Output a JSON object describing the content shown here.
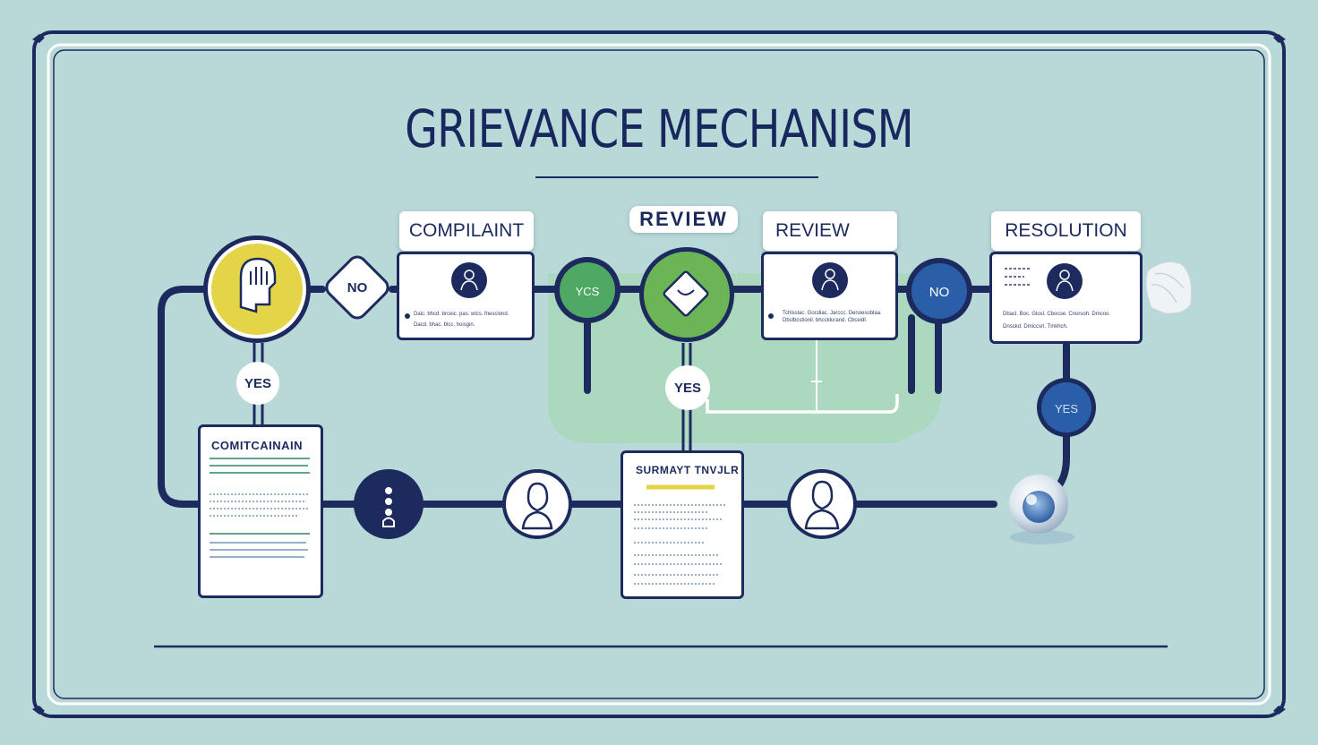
{
  "title": "GRIEVANCE MECHANISM",
  "headers": {
    "complaint": "COMPILAINT",
    "review_pill": "REVIEW",
    "review": "REVIEW",
    "resolution": "RESOLUTION"
  },
  "decisions": {
    "no_left": "NO",
    "yes_left": "YES",
    "yes_green": "YCS",
    "yes_mid": "YES",
    "no_blue": "NO",
    "yes_right": "YES"
  },
  "documents": {
    "complaint_doc_title": "COMITCAINAIN",
    "submit_doc_title": "SURMAYT TNVJLR"
  },
  "card_text": {
    "complaint_line1": "Daic. bhcd. brceic. pas. wlcs. fnesclond.",
    "complaint_line2": "Dacd. bhac. blcc. hoisgin.",
    "review_line1": "Tchlsslac. Gocdiac. Jarccc. Denoesoblaa.",
    "review_line2": "Dbslbcstionil. bhccklurand. Cbceidl.",
    "resolution_line1": "Dbacl. Boc. Glosl. Cbocoe. Cnorsoh. Dmcoo.",
    "resolution_line2": "Dnsckd. Dmiccsrl. Tmkhch."
  },
  "colors": {
    "navy": "#1c2a5e",
    "yellow": "#e4d548",
    "green": "#4fa864",
    "light_green": "#6cb556",
    "blue": "#2a5ea8",
    "background": "#b9d9d8"
  }
}
